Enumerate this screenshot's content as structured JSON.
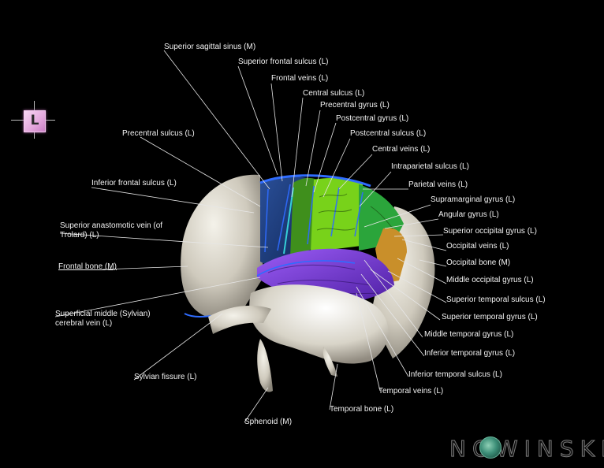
{
  "labels": {
    "superior_sagittal_sinus": "Superior sagittal sinus (M)",
    "superior_frontal_sulcus": "Superior frontal sulcus (L)",
    "frontal_veins": "Frontal veins (L)",
    "central_sulcus": "Central sulcus (L)",
    "precentral_gyrus": "Precentral gyrus (L)",
    "postcentral_gyrus": "Postcentral gyrus (L)",
    "precentral_sulcus": "Precentral sulcus (L)",
    "postcentral_sulcus": "Postcentral sulcus (L)",
    "central_veins": "Central veins (L)",
    "intraparietal_sulcus": "Intraparietal sulcus (L)",
    "inferior_frontal_sulcus": "Inferior frontal sulcus (L)",
    "parietal_veins": "Parietal veins (L)",
    "supramarginal_gyrus": "Supramarginal gyrus (L)",
    "angular_gyrus": "Angular gyrus (L)",
    "superior_anastomotic_vein": "Superior anastomotic vein (of Trolard) (L)",
    "superior_occipital_gyrus": "Superior occipital gyrus (L)",
    "occipital_veins": "Occipital veins (L)",
    "frontal_bone": "Frontal bone (M)",
    "occipital_bone": "Occipital bone (M)",
    "middle_occipital_gyrus": "Middle occipital gyrus (L)",
    "superior_temporal_sulcus": "Superior temporal sulcus (L)",
    "superficial_middle_cerebral_vein": "Superficial middle (Sylvian) cerebral vein (L)",
    "superior_temporal_gyrus": "Superior temporal gyrus (L)",
    "middle_temporal_gyrus": "Middle temporal gyrus (L)",
    "inferior_temporal_gyrus": "Inferior temporal gyrus (L)",
    "sylvian_fissure": "Sylvian fissure (L)",
    "inferior_temporal_sulcus": "Inferior temporal sulcus (L)",
    "temporal_veins": "Temporal veins (L)",
    "temporal_bone": "Temporal bone (L)",
    "sphenoid": "Sphenoid (M)"
  },
  "orientation": {
    "letter": "L"
  },
  "watermark": {
    "text": "NOWINSKI"
  },
  "colors": {
    "bone": "#d9d5c9",
    "frontal_lobe": "#1c3c78",
    "precentral_gyrus": "#3f8f1c",
    "postcentral_gyrus": "#7ad31c",
    "parietal": "#2aa83a",
    "occipital": "#c98f2a",
    "temporal": "#7a3ee0",
    "vein": "#2f6cff",
    "sulcus_highlight": "#35d0d8"
  }
}
